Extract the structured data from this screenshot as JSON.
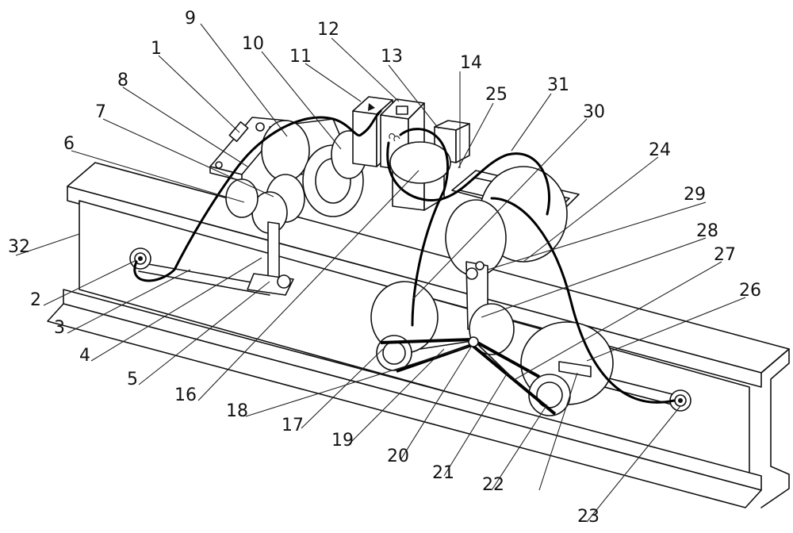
{
  "labels": [
    "9",
    "1",
    "8",
    "7",
    "6",
    "32",
    "2",
    "3",
    "4",
    "5",
    "10",
    "11",
    "12",
    "13",
    "14",
    "25",
    "31",
    "30",
    "24",
    "29",
    "28",
    "27",
    "26",
    "16",
    "18",
    "17",
    "19",
    "20",
    "21",
    "22",
    "23"
  ],
  "colors": {
    "ink": "#111111",
    "paper": "#ffffff",
    "fill": "#f2f2f2"
  }
}
